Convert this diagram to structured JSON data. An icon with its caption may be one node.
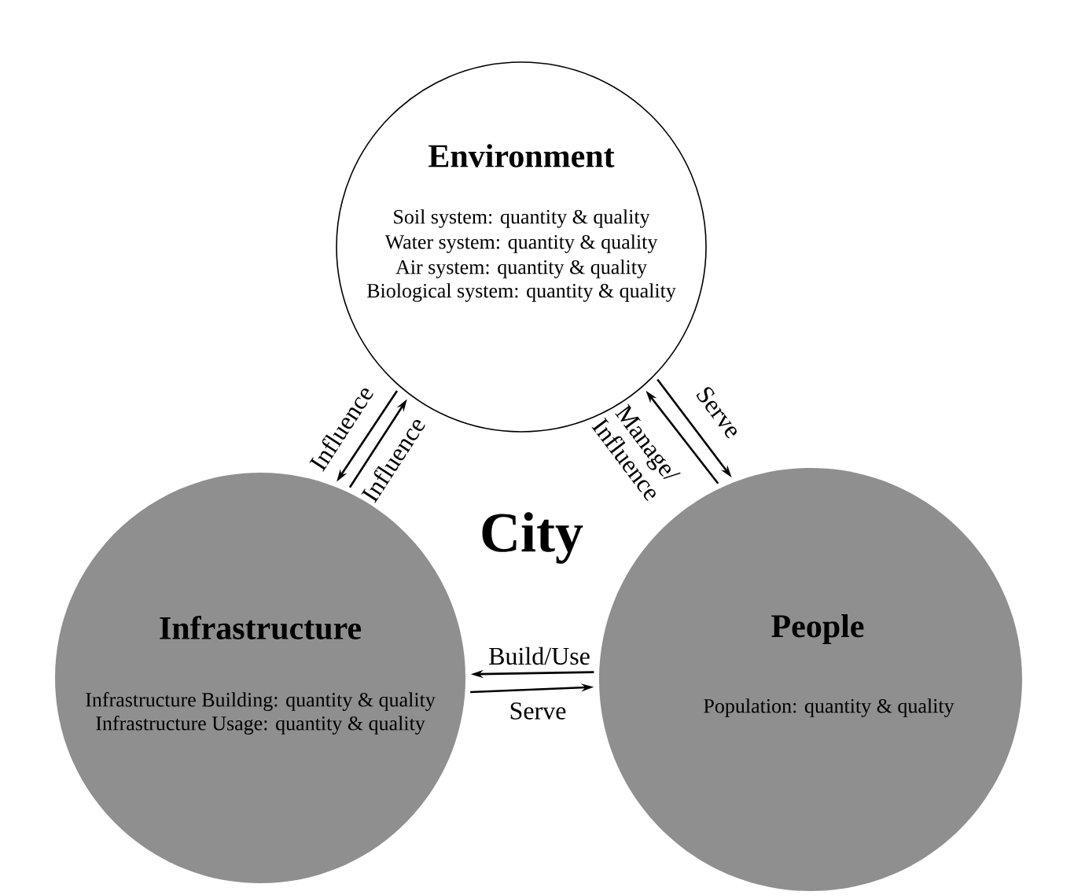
{
  "diagram": {
    "nodes": [
      {
        "text": [
          "Environment",
          "Soil system: quantity & quality",
          "Water system: quantity & quality",
          "Air system: quantity & quality",
          "Biological system: quantity & quality"
        ]
      },
      {
        "text": [
          "Infrastructure",
          "Infrastructure Building: quantity & quality",
          "Infrastructure Usage: quantity & quality"
        ]
      },
      {
        "text": [
          "People",
          "Population: quantity & quality"
        ]
      }
    ],
    "edges": [
      {
        "from": 0,
        "to": 1,
        "arrow": "to",
        "label": "Influence"
      },
      {
        "from": 1,
        "to": 0,
        "arrow": "to",
        "label": "Influence"
      },
      {
        "from": 0,
        "to": 2,
        "arrow": "to",
        "label": "Serve"
      },
      {
        "from": 2,
        "to": 0,
        "arrow": "to",
        "label": "Manage/ Influence"
      },
      {
        "from": 2,
        "to": 1,
        "arrow": "to",
        "label": "Build/Use"
      },
      {
        "from": 1,
        "to": 2,
        "arrow": "to",
        "label": "Serve"
      }
    ],
    "labels": [
      "City"
    ]
  }
}
